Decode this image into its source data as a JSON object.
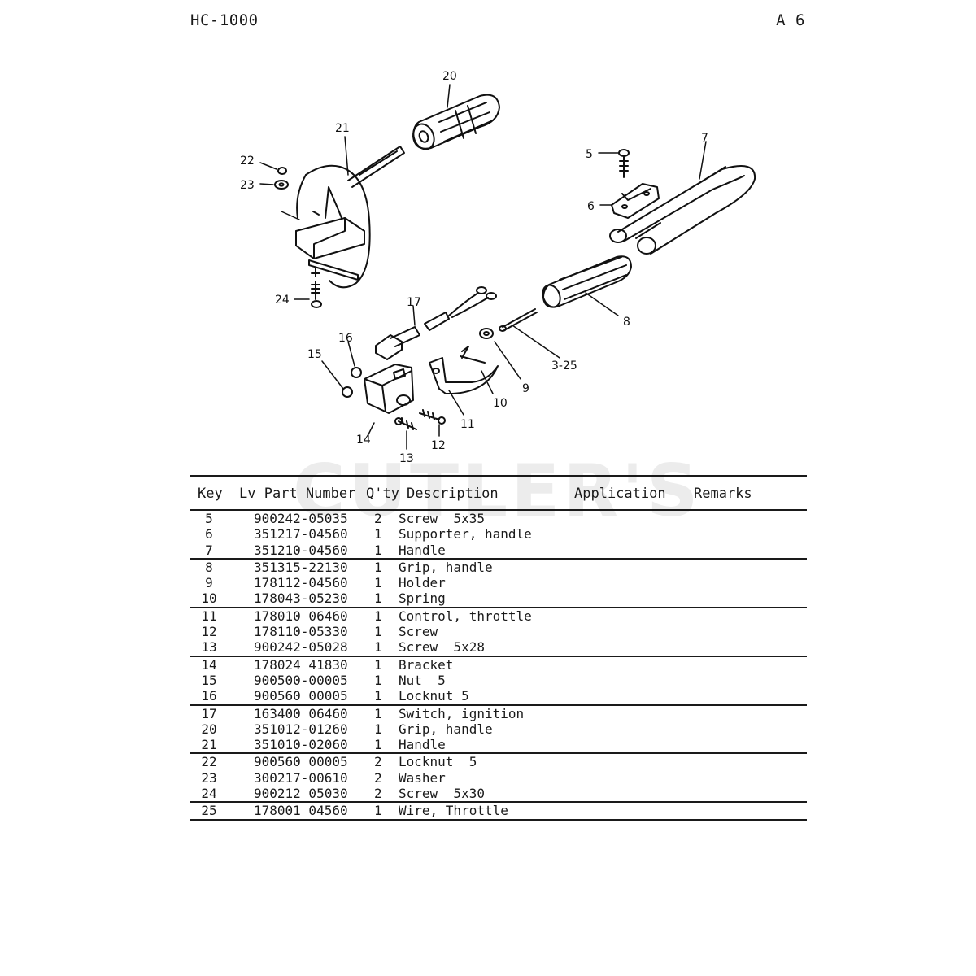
{
  "header": {
    "left": "HC-1000",
    "right": "A 6"
  },
  "watermark": "CUTLER'S",
  "callouts": [
    "20",
    "21",
    "22",
    "23",
    "24",
    "5",
    "6",
    "7",
    "8",
    "17",
    "16",
    "15",
    "3-25",
    "9",
    "10",
    "11",
    "12",
    "13",
    "14"
  ],
  "table": {
    "columns": [
      "Key",
      "Lv Part Number",
      "Q'ty",
      "Description",
      "Application",
      "Remarks"
    ],
    "groups": [
      [
        {
          "key": "5",
          "part": "900242-05035",
          "qty": "2",
          "desc": "Screw  5x35"
        },
        {
          "key": "6",
          "part": "351217-04560",
          "qty": "1",
          "desc": "Supporter, handle"
        },
        {
          "key": "7",
          "part": "351210-04560",
          "qty": "1",
          "desc": "Handle"
        }
      ],
      [
        {
          "key": "8",
          "part": "351315-22130",
          "qty": "1",
          "desc": "Grip, handle"
        },
        {
          "key": "9",
          "part": "178112-04560",
          "qty": "1",
          "desc": "Holder"
        },
        {
          "key": "10",
          "part": "178043-05230",
          "qty": "1",
          "desc": "Spring"
        }
      ],
      [
        {
          "key": "11",
          "part": "178010 06460",
          "qty": "1",
          "desc": "Control, throttle"
        },
        {
          "key": "12",
          "part": "178110-05330",
          "qty": "1",
          "desc": "Screw"
        },
        {
          "key": "13",
          "part": "900242-05028",
          "qty": "1",
          "desc": "Screw  5x28"
        }
      ],
      [
        {
          "key": "14",
          "part": "178024 41830",
          "qty": "1",
          "desc": "Bracket"
        },
        {
          "key": "15",
          "part": "900500-00005",
          "qty": "1",
          "desc": "Nut  5"
        },
        {
          "key": "16",
          "part": "900560 00005",
          "qty": "1",
          "desc": "Locknut 5"
        }
      ],
      [
        {
          "key": "17",
          "part": "163400 06460",
          "qty": "1",
          "desc": "Switch, ignition"
        },
        {
          "key": "20",
          "part": "351012-01260",
          "qty": "1",
          "desc": "Grip, handle"
        },
        {
          "key": "21",
          "part": "351010-02060",
          "qty": "1",
          "desc": "Handle"
        }
      ],
      [
        {
          "key": "22",
          "part": "900560 00005",
          "qty": "2",
          "desc": "Locknut  5"
        },
        {
          "key": "23",
          "part": "300217-00610",
          "qty": "2",
          "desc": "Washer"
        },
        {
          "key": "24",
          "part": "900212 05030",
          "qty": "2",
          "desc": "Screw  5x30"
        }
      ],
      [
        {
          "key": "25",
          "part": "178001 04560",
          "qty": "1",
          "desc": "Wire, Throttle"
        }
      ]
    ]
  }
}
